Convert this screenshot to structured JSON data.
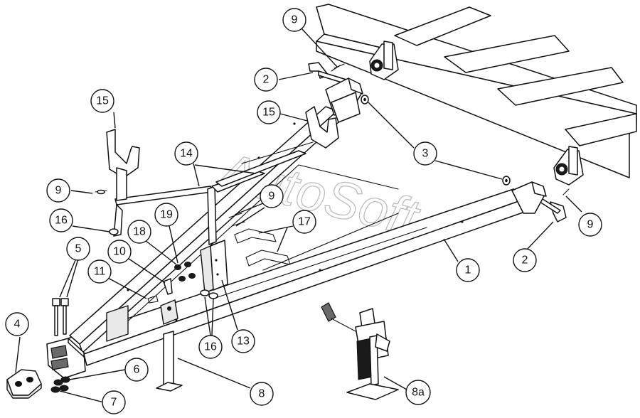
{
  "watermark": "AutoSoft",
  "callouts": [
    {
      "id": "c9a",
      "label": "9"
    },
    {
      "id": "c2a",
      "label": "2"
    },
    {
      "id": "c15a",
      "label": "15"
    },
    {
      "id": "c15b",
      "label": "15"
    },
    {
      "id": "c14",
      "label": "14"
    },
    {
      "id": "c3",
      "label": "3"
    },
    {
      "id": "c9b",
      "label": "9"
    },
    {
      "id": "c9c",
      "label": "9"
    },
    {
      "id": "c9d",
      "label": "9"
    },
    {
      "id": "c16a",
      "label": "16"
    },
    {
      "id": "c19",
      "label": "19"
    },
    {
      "id": "c17",
      "label": "17"
    },
    {
      "id": "c5",
      "label": "5"
    },
    {
      "id": "c18",
      "label": "18"
    },
    {
      "id": "c10",
      "label": "10"
    },
    {
      "id": "c2b",
      "label": "2"
    },
    {
      "id": "c1",
      "label": "1"
    },
    {
      "id": "c11",
      "label": "11"
    },
    {
      "id": "c4",
      "label": "4"
    },
    {
      "id": "c16b",
      "label": "16"
    },
    {
      "id": "c13",
      "label": "13"
    },
    {
      "id": "c6",
      "label": "6"
    },
    {
      "id": "c7",
      "label": "7"
    },
    {
      "id": "c8",
      "label": "8"
    },
    {
      "id": "c8a",
      "label": "8a"
    }
  ]
}
